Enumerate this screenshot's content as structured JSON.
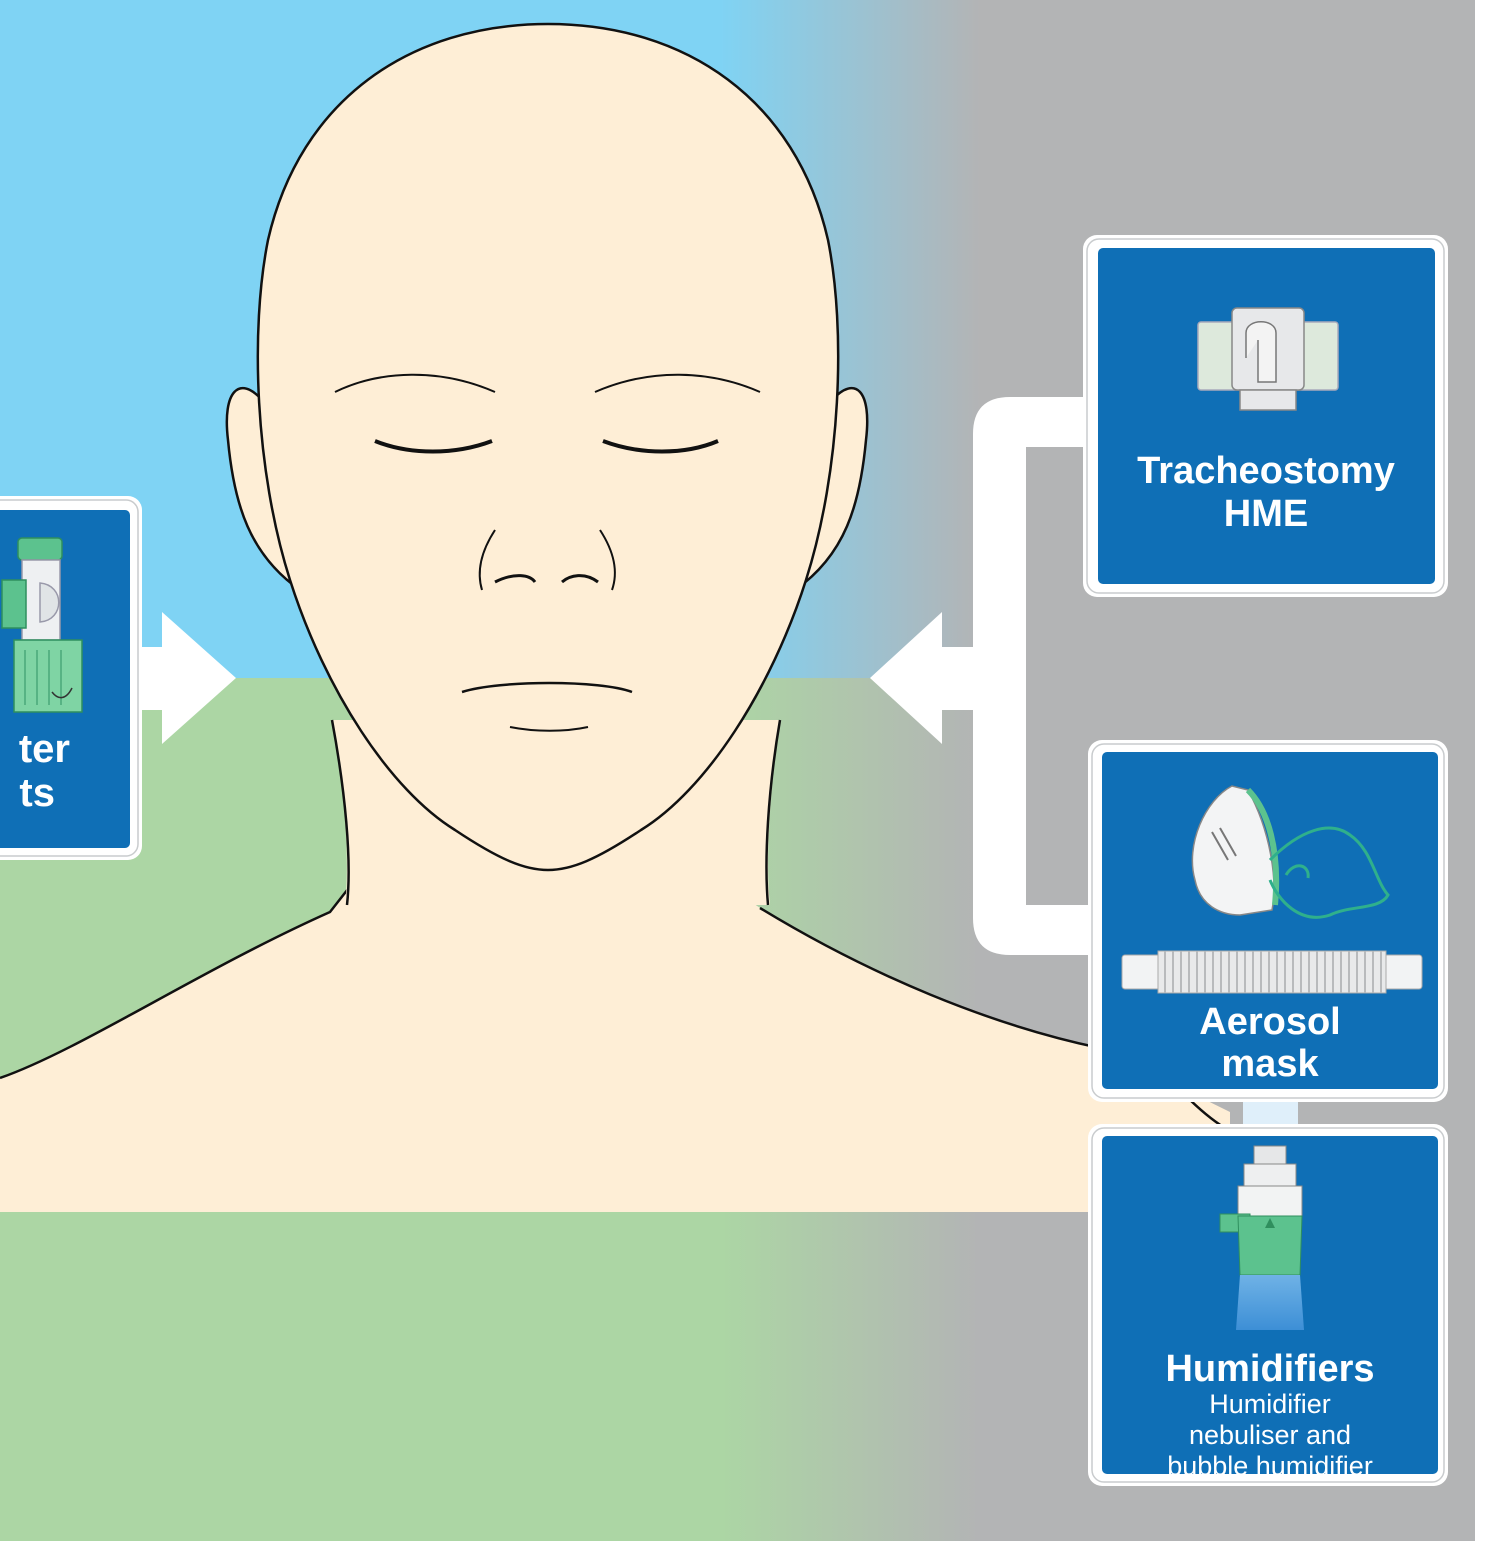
{
  "colors": {
    "sky": "#7fd3f4",
    "ground": "#acd6a4",
    "side_panel": "#b3b4b5",
    "skin": "#feeed6",
    "card_blue": "#0f6fb6",
    "arrow": "#ffffff",
    "device_green": "#5cc28e"
  },
  "left_card": {
    "title_line1": "ter",
    "title_line2": "ts",
    "icon": "spacer-device-icon"
  },
  "cards": {
    "tracheostomy": {
      "title_line1": "Tracheostomy",
      "title_line2": "HME",
      "icon": "tracheostomy-hme-icon"
    },
    "aerosol": {
      "title_line1": "Aerosol",
      "title_line2": "mask",
      "icon": "aerosol-mask-icon"
    },
    "humidifiers": {
      "title": "Humidifiers",
      "subtitle_line1": "Humidifier",
      "subtitle_line2": "nebuliser and",
      "subtitle_line3": "bubble humidifier",
      "icon": "humidifier-icon"
    }
  }
}
